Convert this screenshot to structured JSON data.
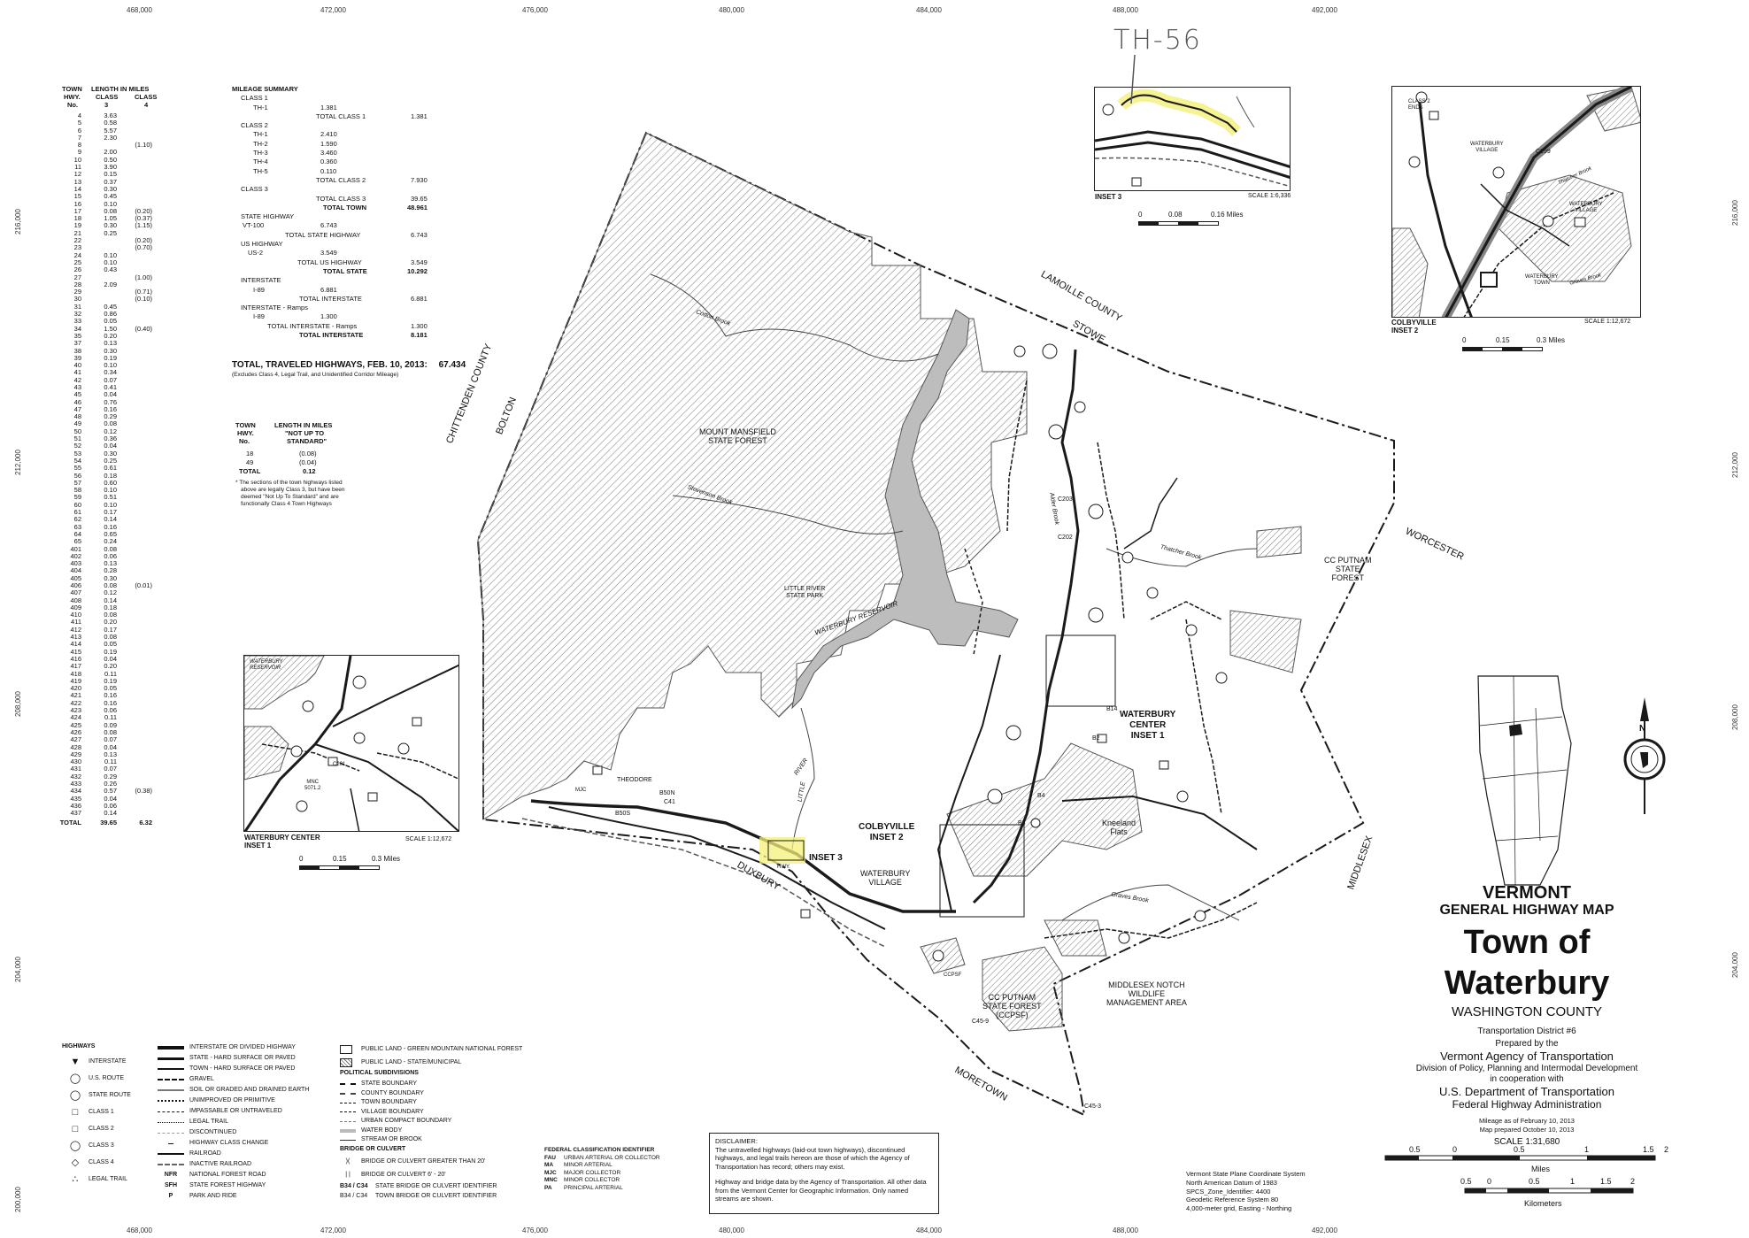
{
  "ticks": {
    "x_top": [
      "468,000",
      "472,000",
      "476,000",
      "480,000",
      "484,000",
      "488,000",
      "492,000"
    ],
    "x_bottom": [
      "468,000",
      "472,000",
      "476,000",
      "480,000",
      "484,000",
      "488,000",
      "492,000"
    ],
    "y_left": [
      "216,000",
      "212,000",
      "208,000",
      "204,000",
      "200,000"
    ],
    "y_right": [
      "216,000",
      "212,000",
      "208,000",
      "204,000"
    ]
  },
  "mileage_table": {
    "h1": "TOWN",
    "h2": "LENGTH IN MILES",
    "h3": "HWY.",
    "h4": "CLASS",
    "h5": "CLASS",
    "h6": "No.",
    "h7": "3",
    "h8": "4",
    "rows": [
      [
        "4",
        "3.63",
        ""
      ],
      [
        "5",
        "0.58",
        ""
      ],
      [
        "6",
        "5.57",
        ""
      ],
      [
        "7",
        "2.30",
        ""
      ],
      [
        "8",
        "",
        "(1.10)"
      ],
      [
        "9",
        "2.00",
        ""
      ],
      [
        "10",
        "0.50",
        ""
      ],
      [
        "11",
        "3.90",
        ""
      ],
      [
        "12",
        "0.15",
        ""
      ],
      [
        "13",
        "0.37",
        ""
      ],
      [
        "14",
        "0.30",
        ""
      ],
      [
        "15",
        "0.45",
        ""
      ],
      [
        "16",
        "0.10",
        ""
      ],
      [
        "17",
        "0.08",
        "(0.20)"
      ],
      [
        "18",
        "1.05",
        "(0.37)"
      ],
      [
        "19",
        "0.30",
        "(1.15)"
      ],
      [
        "21",
        "0.25",
        ""
      ],
      [
        "22",
        "",
        "(0.20)"
      ],
      [
        "23",
        "",
        "(0.70)"
      ],
      [
        "24",
        "0.10",
        ""
      ],
      [
        "25",
        "0.10",
        ""
      ],
      [
        "26",
        "0.43",
        ""
      ],
      [
        "27",
        "",
        "(1.00)"
      ],
      [
        "28",
        "2.09",
        ""
      ],
      [
        "29",
        "",
        "(0.71)"
      ],
      [
        "30",
        "",
        "(0.10)"
      ],
      [
        "31",
        "0.45",
        ""
      ],
      [
        "32",
        "0.86",
        ""
      ],
      [
        "33",
        "0.05",
        ""
      ],
      [
        "34",
        "1.50",
        "(0.40)"
      ],
      [
        "35",
        "0.20",
        ""
      ],
      [
        "37",
        "0.13",
        ""
      ],
      [
        "38",
        "0.30",
        ""
      ],
      [
        "39",
        "0.19",
        ""
      ],
      [
        "40",
        "0.10",
        ""
      ],
      [
        "41",
        "0.34",
        ""
      ],
      [
        "42",
        "0.07",
        ""
      ],
      [
        "43",
        "0.41",
        ""
      ],
      [
        "45",
        "0.04",
        ""
      ],
      [
        "46",
        "0.76",
        ""
      ],
      [
        "47",
        "0.16",
        ""
      ],
      [
        "48",
        "0.29",
        ""
      ],
      [
        "49",
        "0.08",
        ""
      ],
      [
        "50",
        "0.12",
        ""
      ],
      [
        "51",
        "0.36",
        ""
      ],
      [
        "52",
        "0.04",
        ""
      ],
      [
        "53",
        "0.30",
        ""
      ],
      [
        "54",
        "0.25",
        ""
      ],
      [
        "55",
        "0.61",
        ""
      ],
      [
        "56",
        "0.18",
        ""
      ],
      [
        "57",
        "0.60",
        ""
      ],
      [
        "58",
        "0.10",
        ""
      ],
      [
        "59",
        "0.51",
        ""
      ],
      [
        "60",
        "0.10",
        ""
      ],
      [
        "61",
        "0.17",
        ""
      ],
      [
        "62",
        "0.14",
        ""
      ],
      [
        "63",
        "0.16",
        ""
      ],
      [
        "64",
        "0.65",
        ""
      ],
      [
        "65",
        "0.24",
        ""
      ],
      [
        "401",
        "0.08",
        ""
      ],
      [
        "402",
        "0.06",
        ""
      ],
      [
        "403",
        "0.13",
        ""
      ],
      [
        "404",
        "0.28",
        ""
      ],
      [
        "405",
        "0.30",
        ""
      ],
      [
        "406",
        "0.08",
        "(0.01)"
      ],
      [
        "407",
        "0.12",
        ""
      ],
      [
        "408",
        "0.14",
        ""
      ],
      [
        "409",
        "0.18",
        ""
      ],
      [
        "410",
        "0.08",
        ""
      ],
      [
        "411",
        "0.20",
        ""
      ],
      [
        "412",
        "0.17",
        ""
      ],
      [
        "413",
        "0.08",
        ""
      ],
      [
        "414",
        "0.05",
        ""
      ],
      [
        "415",
        "0.19",
        ""
      ],
      [
        "416",
        "0.04",
        ""
      ],
      [
        "417",
        "0.20",
        ""
      ],
      [
        "418",
        "0.11",
        ""
      ],
      [
        "419",
        "0.19",
        ""
      ],
      [
        "420",
        "0.05",
        ""
      ],
      [
        "421",
        "0.16",
        ""
      ],
      [
        "422",
        "0.16",
        ""
      ],
      [
        "423",
        "0.06",
        ""
      ],
      [
        "424",
        "0.11",
        ""
      ],
      [
        "425",
        "0.09",
        ""
      ],
      [
        "426",
        "0.08",
        ""
      ],
      [
        "427",
        "0.07",
        ""
      ],
      [
        "428",
        "0.04",
        ""
      ],
      [
        "429",
        "0.13",
        ""
      ],
      [
        "430",
        "0.11",
        ""
      ],
      [
        "431",
        "0.07",
        ""
      ],
      [
        "432",
        "0.29",
        ""
      ],
      [
        "433",
        "0.26",
        ""
      ],
      [
        "434",
        "0.57",
        "(0.38)"
      ],
      [
        "435",
        "0.04",
        ""
      ],
      [
        "436",
        "0.06",
        ""
      ],
      [
        "437",
        "0.14",
        ""
      ]
    ],
    "total_label": "TOTAL",
    "total_c3": "39.65",
    "total_c4": "6.32"
  },
  "mileage_summary": {
    "title": "MILEAGE SUMMARY",
    "class1": "CLASS 1",
    "th1_c1": "TH-1",
    "th1_c1_v": "1.381",
    "tc1": "TOTAL CLASS 1",
    "tc1_v": "1.381",
    "class2": "CLASS 2",
    "c2_rows": [
      [
        "TH-1",
        "2.410"
      ],
      [
        "TH-2",
        "1.590"
      ],
      [
        "TH-3",
        "3.460"
      ],
      [
        "TH-4",
        "0.360"
      ],
      [
        "TH-5",
        "0.110"
      ]
    ],
    "tc2": "TOTAL CLASS 2",
    "tc2_v": "7.930",
    "class3": "CLASS 3",
    "tc3": "TOTAL CLASS 3",
    "tc3_v": "39.65",
    "tt": "TOTAL TOWN",
    "tt_v": "48.961",
    "sh": "STATE HIGHWAY",
    "vt100": "VT-100",
    "vt100_v": "6.743",
    "tsh": "TOTAL STATE HIGHWAY",
    "tsh_v": "6.743",
    "ush": "US HIGHWAY",
    "us2": "US-2",
    "us2_v": "3.549",
    "tus": "TOTAL US HIGHWAY",
    "tus_v": "3.549",
    "ts": "TOTAL STATE",
    "ts_v": "10.292",
    "inter": "INTERSTATE",
    "i89": "I-89",
    "i89_v": "6.881",
    "ti": "TOTAL INTERSTATE",
    "ti_v": "6.881",
    "ramps": "INTERSTATE - Ramps",
    "i89r": "I-89",
    "i89r_v": "1.300",
    "tir": "TOTAL INTERSTATE - Ramps",
    "tir_v": "1.300",
    "ti2": "TOTAL INTERSTATE",
    "ti2_v": "8.181",
    "grand": "TOTAL, TRAVELED HIGHWAYS, FEB. 10, 2013:",
    "grand_v": "67.434",
    "note": "(Excludes Class 4, Legal Trail, and Unidentified Corridor Mileage)"
  },
  "nuts": {
    "h1": "TOWN",
    "h2": "LENGTH IN MILES",
    "h3": "HWY.",
    "h4": "\"NOT UP TO",
    "h5": "No.",
    "h6": "STANDARD\"",
    "rows": [
      [
        "18",
        "(0.08)"
      ],
      [
        "49",
        "(0.04)"
      ]
    ],
    "total": "TOTAL",
    "total_v": "0.12",
    "note1": "* The sections of the town highways listed",
    "note2": "above are legally Class 3, but have been",
    "note3": "deemed \"Not Up To Standard\" and are",
    "note4": "functionally Class 4 Town Highways"
  },
  "handwriting": "TH-56",
  "inset3": {
    "label": "INSET 3",
    "scale": "SCALE 1:6,336",
    "bar": [
      "0",
      "0.08",
      "0.16 Miles"
    ]
  },
  "inset2": {
    "label1": "COLBYVILLE",
    "label2": "INSET 2",
    "scale": "SCALE 1:12,672",
    "bar": [
      "0",
      "0.15",
      "0.3 Miles"
    ],
    "t1": "WATERBURY",
    "t2": "VILLAGE",
    "t3": "WATERBURY",
    "t4": "VILLAGE",
    "t5": "WATERBURY",
    "t6": "TOWN",
    "t7": "CLASS 2",
    "t8": "ENDS",
    "t9": "C199",
    "t10": "Graves Brook",
    "t11": "Thatcher Brook"
  },
  "inset1": {
    "label1": "WATERBURY CENTER",
    "label2": "INSET 1",
    "scale": "SCALE 1:12,672",
    "bar": [
      "0",
      "0.15",
      "0.3 Miles"
    ],
    "t1": "WATERBURY",
    "t2": "RESERVOIR",
    "t3": "C201",
    "t4": "MNC",
    "t5": "5071.2"
  },
  "map_labels": {
    "lamoille": "LAMOILLE COUNTY",
    "stowe": "STOWE",
    "chittenden": "CHITTENDEN COUNTY",
    "bolton": "BOLTON",
    "worcester": "WORCESTER",
    "middlesex": "MIDDLESEX",
    "duxbury": "DUXBURY",
    "moretown": "MORETOWN",
    "mm1": "MOUNT MANSFIELD",
    "mm2": "STATE FOREST",
    "lr1": "LITTLE RIVER",
    "lr2": "STATE PARK",
    "reservoir": "WATERBURY RESERVOIR",
    "ccp1": "CC PUTNAM",
    "ccp2": "STATE",
    "ccp3": "FOREST",
    "ccp4": "CC PUTNAM",
    "ccp5": "STATE FOREST",
    "ccp6": "(CCPSF)",
    "ccpsf": "CCPSF",
    "wc1": "WATERBURY",
    "wc2": "CENTER",
    "wc3": "INSET 1",
    "cv1": "COLBYVILLE",
    "cv2": "INSET 2",
    "wv1": "WATERBURY",
    "wv2": "VILLAGE",
    "inset3": "INSET 3",
    "kn1": "Kneeland",
    "kn2": "Flats",
    "mn1": "MIDDLESEX NOTCH",
    "mn2": "WILDLIFE",
    "mn3": "MANAGEMENT AREA",
    "theodore": "THEODORE",
    "little_river": "LITTLE",
    "river": "RIVER",
    "cotton": "Cotton Brook",
    "stevenson": "Stevenson Brook",
    "thatcher": "Thatcher Brook",
    "graves": "Graves Brook",
    "alder": "Alder Brook",
    "b50n": "B50N",
    "b50s": "B50S",
    "c41": "C41",
    "c203": "C203",
    "c202": "C202",
    "b14": "B14",
    "b2": "B2",
    "b4": "B4",
    "b3": "B3",
    "c45a": "C45-9",
    "c45b": "C45-3",
    "mjc": "MJC",
    "hwy": "HWY."
  },
  "title": {
    "l1": "VERMONT",
    "l2": "GENERAL HIGHWAY MAP",
    "l3": "Town of Waterbury",
    "l4": "WASHINGTON COUNTY",
    "l5": "Transportation District #6",
    "l6": "Prepared by the",
    "l7": "Vermont Agency of Transportation",
    "l8": "Division of Policy, Planning and Intermodal Development",
    "l9": "in cooperation with",
    "l10": "U.S. Department of Transportation",
    "l11": "Federal Highway Administration",
    "l12": "Mileage as of February 10, 2013",
    "l13": "Map prepared October 10, 2013",
    "l14": "SCALE 1:31,680",
    "miles_ticks": [
      "0.5",
      "0",
      "0.5",
      "1",
      "1.5",
      "2"
    ],
    "miles": "Miles",
    "km_ticks": [
      "0.5",
      "0",
      "0.5",
      "1",
      "1.5",
      "2"
    ],
    "km": "Kilometers"
  },
  "legend": {
    "highways": "HIGHWAYS",
    "col1": [
      "INTERSTATE",
      "U.S. ROUTE",
      "STATE ROUTE",
      "CLASS 1",
      "CLASS 2",
      "CLASS 3",
      "CLASS 4",
      "LEGAL TRAIL"
    ],
    "col2": [
      "INTERSTATE OR DIVIDED HIGHWAY",
      "STATE - HARD SURFACE OR PAVED",
      "TOWN - HARD SURFACE OR PAVED",
      "GRAVEL",
      "SOIL OR GRADED AND DRAINED EARTH",
      "UNIMPROVED OR PRIMITIVE",
      "IMPASSABLE OR UNTRAVELED",
      "LEGAL TRAIL",
      "DISCONTINUED",
      "HIGHWAY CLASS CHANGE",
      "RAILROAD",
      "INACTIVE RAILROAD",
      "NATIONAL FOREST ROAD",
      "STATE FOREST HIGHWAY",
      "PARK AND RIDE"
    ],
    "col2_codes": [
      "",
      "",
      "",
      "",
      "",
      "",
      "",
      "",
      "",
      "",
      "",
      "",
      "NFR",
      "SFH",
      "P"
    ],
    "col3": [
      "PUBLIC LAND - GREEN MOUNTAIN NATIONAL FOREST",
      "PUBLIC LAND - STATE/MUNICIPAL"
    ],
    "pol": "POLITICAL SUBDIVISIONS",
    "col3b": [
      "STATE BOUNDARY",
      "COUNTY BOUNDARY",
      "TOWN BOUNDARY",
      "VILLAGE BOUNDARY",
      "URBAN COMPACT BOUNDARY",
      "WATER BODY",
      "STREAM OR BROOK"
    ],
    "bridge": "BRIDGE OR CULVERT",
    "col3c": [
      "BRIDGE OR CULVERT GREATER THAN 20'",
      "BRIDGE OR CULVERT 6' - 20'"
    ],
    "b1": "B34 / C34",
    "b1t": "STATE BRIDGE OR CULVERT IDENTIFIER",
    "b2": "B34 / C34",
    "b2t": "TOWN BRIDGE OR CULVERT IDENTIFIER",
    "fed": "FEDERAL CLASSIFICATION IDENTIFIER",
    "fed_rows": [
      [
        "FAU",
        "URBAN ARTERIAL OR COLLECTOR"
      ],
      [
        "MA",
        "MINOR ARTERIAL"
      ],
      [
        "MJC",
        "MAJOR COLLECTOR"
      ],
      [
        "MNC",
        "MINOR COLLECTOR"
      ],
      [
        "PA",
        "PRINCIPAL ARTERIAL"
      ]
    ]
  },
  "disclaimer": {
    "title": "DISCLAIMER:",
    "p1": "The untravelled highways (laid-out town highways), discontinued highways, and legal trails hereon are those of which the Agency of Transportation has record; others may exist.",
    "p2": "Highway and bridge data by the Agency of Transportation. All other data from the Vermont Center for Geographic Information. Only named streams are shown."
  },
  "coord": [
    "Vermont State Plane Coordinate System",
    "North American Datum of 1983",
    "SPCS_Zone_Identifier: 4400",
    "Geodetic Reference System 80",
    "4,000-meter grid, Easting - Northing"
  ],
  "north": "N",
  "colors": {
    "ink": "#1a1a1a",
    "highlight": "#f4f07a",
    "water": "#bdbdbd",
    "hatch": "#888888"
  }
}
